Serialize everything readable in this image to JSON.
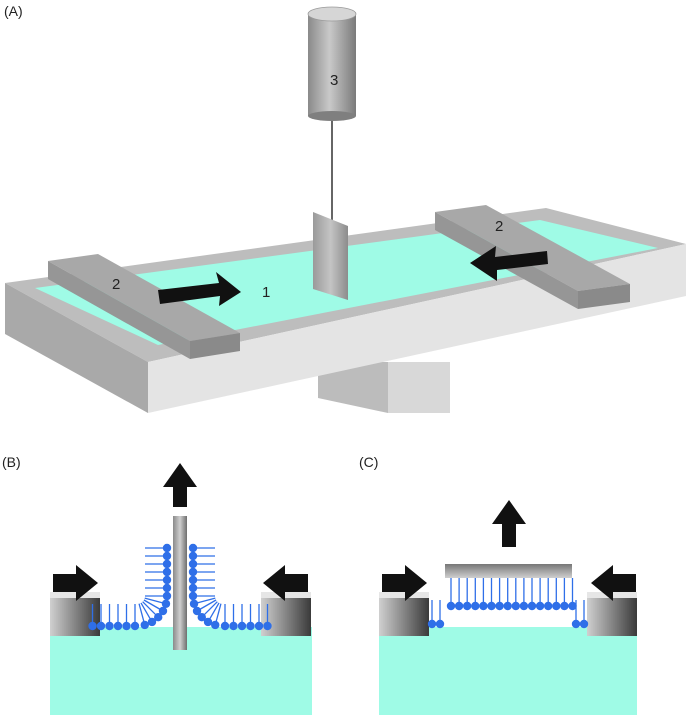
{
  "panels": {
    "a": {
      "label": "(A)"
    },
    "b": {
      "label": "(B)"
    },
    "c": {
      "label": "(C)"
    }
  },
  "callouts": {
    "subphase": "1",
    "barrier_left": "2",
    "barrier_right": "2",
    "dipper": "3"
  },
  "colors": {
    "subphase": "#9ffbe6",
    "trough_top": "#bdbdbd",
    "trough_side": "#e2e2e2",
    "barrier": "#a8a8a8",
    "molecule": "#2f6fe8",
    "arrow": "#111111"
  }
}
